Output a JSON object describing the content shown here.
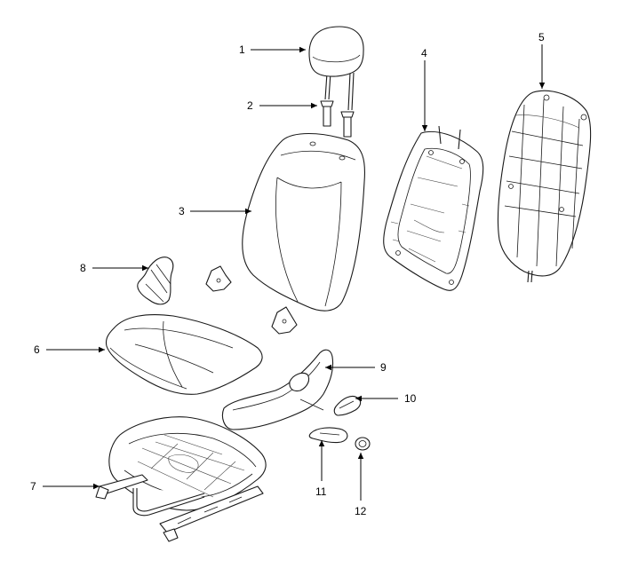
{
  "callouts": [
    {
      "number": "1"
    },
    {
      "number": "2"
    },
    {
      "number": "3"
    },
    {
      "number": "4"
    },
    {
      "number": "5"
    },
    {
      "number": "6"
    },
    {
      "number": "7"
    },
    {
      "number": "8"
    },
    {
      "number": "9"
    },
    {
      "number": "10"
    },
    {
      "number": "11"
    },
    {
      "number": "12"
    }
  ],
  "colors": {
    "line": "#1a1a1a",
    "background": "#ffffff"
  }
}
